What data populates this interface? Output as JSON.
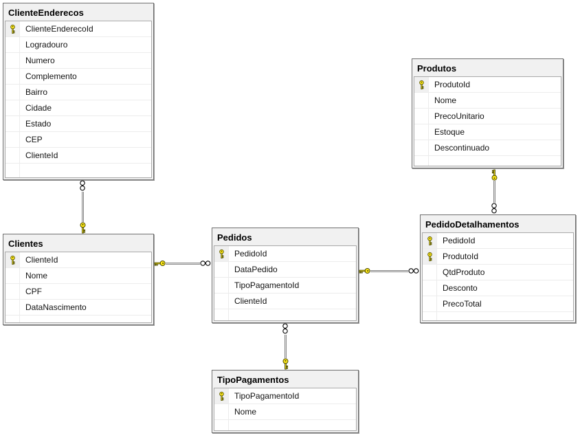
{
  "diagram": {
    "type": "database-er-diagram",
    "tables": [
      {
        "name": "ClienteEnderecos",
        "columns": [
          {
            "name": "ClienteEnderecoId",
            "is_key": true
          },
          {
            "name": "Logradouro",
            "is_key": false
          },
          {
            "name": "Numero",
            "is_key": false
          },
          {
            "name": "Complemento",
            "is_key": false
          },
          {
            "name": "Bairro",
            "is_key": false
          },
          {
            "name": "Cidade",
            "is_key": false
          },
          {
            "name": "Estado",
            "is_key": false
          },
          {
            "name": "CEP",
            "is_key": false
          },
          {
            "name": "ClienteId",
            "is_key": false
          }
        ]
      },
      {
        "name": "Produtos",
        "columns": [
          {
            "name": "ProdutoId",
            "is_key": true
          },
          {
            "name": "Nome",
            "is_key": false
          },
          {
            "name": "PrecoUnitario",
            "is_key": false
          },
          {
            "name": "Estoque",
            "is_key": false
          },
          {
            "name": "Descontinuado",
            "is_key": false
          }
        ]
      },
      {
        "name": "Clientes",
        "columns": [
          {
            "name": "ClienteId",
            "is_key": true
          },
          {
            "name": "Nome",
            "is_key": false
          },
          {
            "name": "CPF",
            "is_key": false
          },
          {
            "name": "DataNascimento",
            "is_key": false
          }
        ]
      },
      {
        "name": "Pedidos",
        "columns": [
          {
            "name": "PedidoId",
            "is_key": true
          },
          {
            "name": "DataPedido",
            "is_key": false
          },
          {
            "name": "TipoPagamentoId",
            "is_key": false
          },
          {
            "name": "ClienteId",
            "is_key": false
          }
        ]
      },
      {
        "name": "PedidoDetalhamentos",
        "columns": [
          {
            "name": "PedidoId",
            "is_key": true
          },
          {
            "name": "ProdutoId",
            "is_key": true
          },
          {
            "name": "QtdProduto",
            "is_key": false
          },
          {
            "name": "Desconto",
            "is_key": false
          },
          {
            "name": "PrecoTotal",
            "is_key": false
          }
        ]
      },
      {
        "name": "TipoPagamentos",
        "columns": [
          {
            "name": "TipoPagamentoId",
            "is_key": true
          },
          {
            "name": "Nome",
            "is_key": false
          }
        ]
      }
    ],
    "relationships": [
      {
        "one_side": "Clientes",
        "many_side": "ClienteEnderecos",
        "cardinality": "one-to-many"
      },
      {
        "one_side": "Clientes",
        "many_side": "Pedidos",
        "cardinality": "one-to-many"
      },
      {
        "one_side": "Pedidos",
        "many_side": "PedidoDetalhamentos",
        "cardinality": "one-to-many"
      },
      {
        "one_side": "Produtos",
        "many_side": "PedidoDetalhamentos",
        "cardinality": "one-to-many"
      },
      {
        "one_side": "TipoPagamentos",
        "many_side": "Pedidos",
        "cardinality": "one-to-many"
      }
    ],
    "colors": {
      "canvas_bg": "#ffffff",
      "table_header_bg": "#f1f1f1",
      "table_body_bg": "#ffffff",
      "window_border": "#6f6f6f",
      "grid_border": "#a9a9a9",
      "row_separator": "#ececec",
      "connector_line": "#8a8a8a",
      "key_icon_fill": "#ffe81a"
    }
  }
}
